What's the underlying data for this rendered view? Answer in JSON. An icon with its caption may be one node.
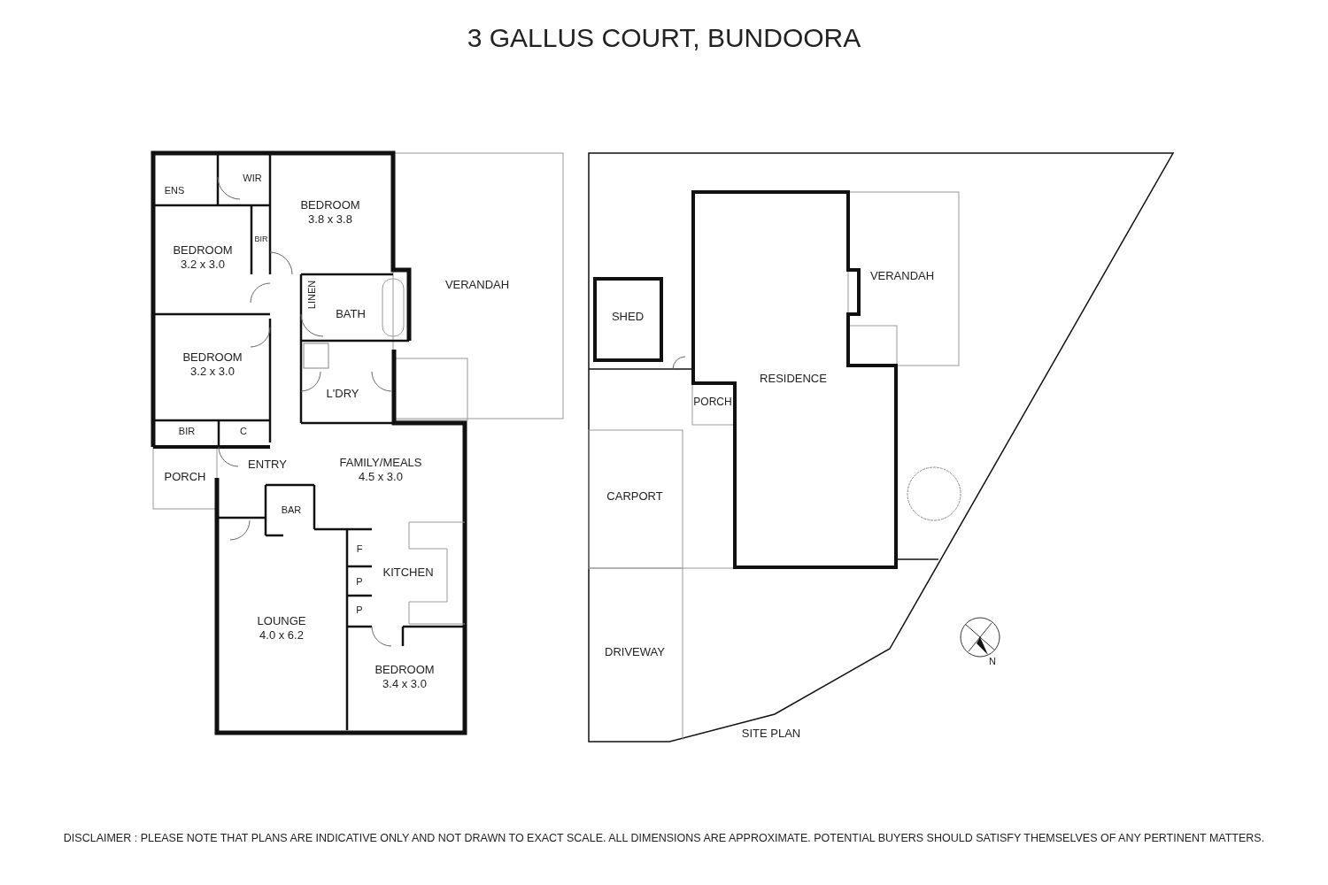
{
  "diagram": {
    "title": "3 GALLUS COURT, BUNDOORA",
    "labels": [
      "ENS",
      "WIR",
      "BEDROOM 3.8 x 3.8",
      "BEDROOM 3.2 x 3.0",
      "BIR",
      "LINEN",
      "BATH",
      "VERANDAH",
      "BEDROOM 3.2 x 3.0",
      "L'DRY",
      "BIR",
      "C",
      "PORCH",
      "ENTRY",
      "FAMILY/MEALS 4.5 x 3.0",
      "BAR",
      "F",
      "KITCHEN",
      "P",
      "P",
      "LOUNGE 4.0 x 6.2",
      "BEDROOM 3.4 x 3.0",
      "VERANDAH",
      "SHED",
      "RESIDENCE",
      "PORCH",
      "CARPORT",
      "DRIVEWAY",
      "N",
      "SITE PLAN",
      "DISCLAIMER : PLEASE NOTE THAT PLANS ARE INDICATIVE ONLY AND NOT DRAWN TO EXACT SCALE. ALL DIMENSIONS ARE APPROXIMATE. POTENTIAL BUYERS SHOULD SATISFY THEMSELVES OF ANY PERTINENT MATTERS."
    ]
  }
}
